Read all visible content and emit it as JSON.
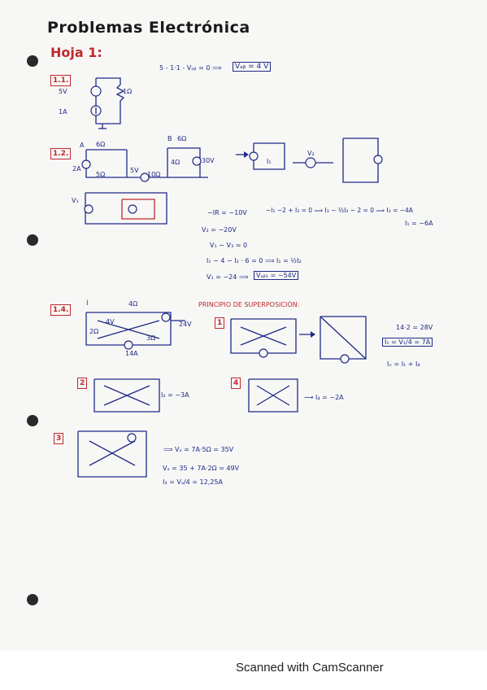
{
  "title": "Problemas Electrónica",
  "sheet": "Hoja 1:",
  "p11": {
    "num": "1.1.",
    "eq": "5 - 1·1 - Vₐᵦ = 0 ⟹",
    "result": "Vₐᵦ = 4 V",
    "l_5v": "5V",
    "l_1ohm": "1Ω",
    "l_1a": "1A"
  },
  "p12": {
    "num": "1.2.",
    "l_a": "A",
    "l_b": "B",
    "l_6ohm_top": "6Ω",
    "l_5ohm": "5Ω",
    "l_2a": "2A",
    "l_5v": "5V",
    "l_10ohm": "10Ω",
    "l_4ohm": "4Ω",
    "l_6ohm_b": "6Ω",
    "l_30v": "30V",
    "l_i1": "I₁",
    "l_v1": "V₁",
    "l_vs": "V₂",
    "eq1": "−IR = −10V",
    "eq2": "−I₁ −2 + I₃ = 0 ⟹ I₃ − ½I₃ − 2 = 0 ⟹ I₃ = −4A",
    "eq3": "I₁ = −6A",
    "eq4": "V₂ = −20V",
    "eq5": "V₁ − V₃ = 0",
    "eq6": "I₁ − 4 − I₂ · 6 = 0 ⟹ I₁ = ½I₂",
    "eq7": "V₁ = −24 ⟹",
    "result": "Vₐᵦ₁ = −54V"
  },
  "p14": {
    "num": "1.4.",
    "i_label": "I",
    "l_4ohm": "4Ω",
    "l_4v": "4V",
    "l_2ohm": "2Ω",
    "l_3ohm": "3Ω",
    "l_14a": "14A",
    "l_24v": "24V",
    "superpos": "PRINCIPIO DE SUPERPOSICIÓN:",
    "b1": "1",
    "b2": "2",
    "b3": "3",
    "b4": "4",
    "sub1_eq1": "14·2 = 28V",
    "sub1_eq2": "I₁ = V₁/4 = 7A",
    "sub1_eq3": "Iₓ = I₁ + I₄",
    "sub2_eq": "I₂ = −3A",
    "sub4_eq": "⟶ I₄ = −2A",
    "sub3_eq1": "⟹ Vₐ = 7A·5Ω = 35V",
    "sub3_eq2": "Vₐ = 35 + 7A·2Ω = 49V",
    "sub3_eq3": "I₃ = Vₐ/4 = 12,25A"
  },
  "footer": "Scanned with CamScanner"
}
